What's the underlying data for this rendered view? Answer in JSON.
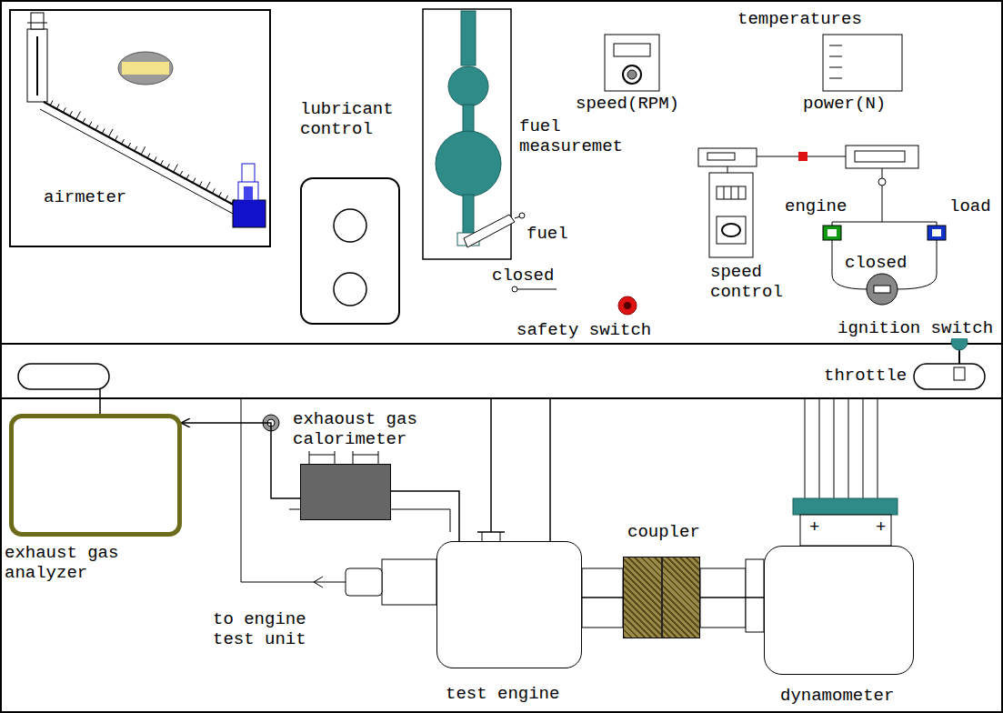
{
  "diagram": {
    "nodes": [
      {
        "text": [
          "airmeter"
        ]
      },
      {
        "text": [
          "lubricant control"
        ]
      },
      {
        "text": [
          "exhaoust gas calorimeter"
        ]
      },
      {
        "text": [
          "exhaust gas analyzer"
        ]
      },
      {
        "text": [
          "test engine"
        ]
      },
      {
        "text": [
          "coupler"
        ]
      },
      {
        "text": [
          "dynamometer"
        ]
      }
    ],
    "edges": [
      {
        "from": 2,
        "to": 3,
        "arrow": "to"
      },
      {
        "from": 4,
        "to": 2,
        "arrow": "none"
      },
      {
        "from": 4,
        "to": 5,
        "arrow": "none"
      },
      {
        "from": 5,
        "to": 6,
        "arrow": "none"
      }
    ],
    "labels": [
      "fuel measuremet",
      "fuel",
      "closed",
      "safety switch",
      "temperatures",
      "speed(RPM)",
      "power(N)",
      "engine",
      "load",
      "closed",
      "speed control",
      "ignition switch",
      "throttle",
      "+",
      "+",
      "to engine test unit"
    ]
  }
}
